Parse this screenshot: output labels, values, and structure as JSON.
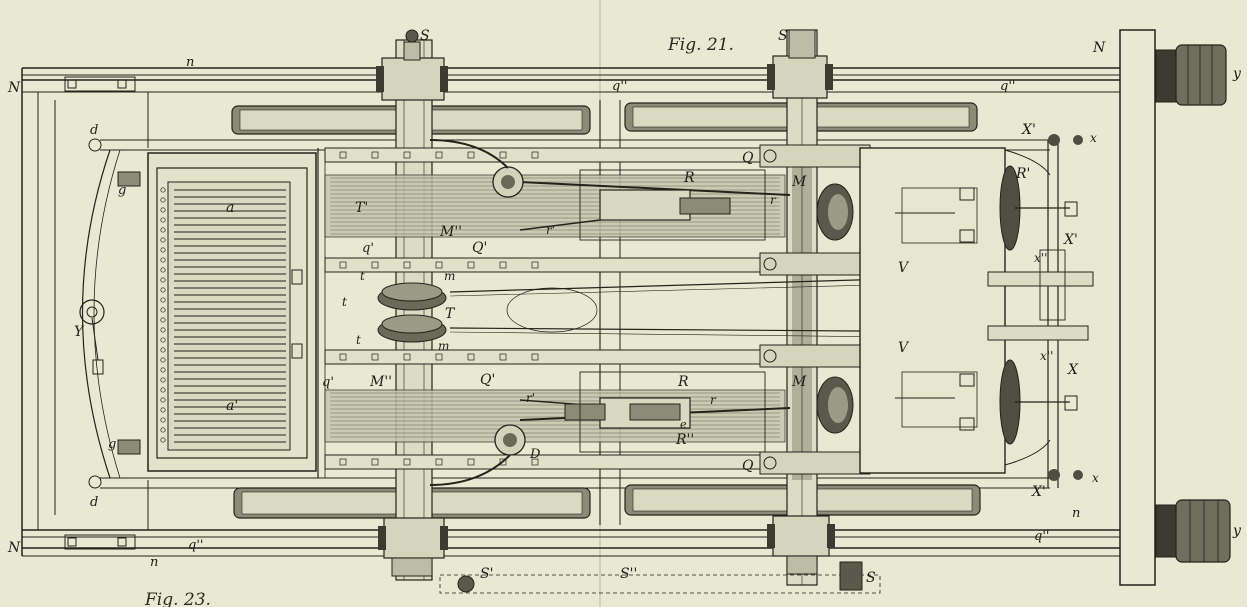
{
  "figure": {
    "caption_main": "Fig. 21.",
    "caption_corner": "Fig. 23."
  },
  "labels": {
    "S": "S",
    "N": "N",
    "n": "n",
    "y": "y",
    "x": "x",
    "d": "d",
    "g": "g",
    "a": "a",
    "a_prime": "a'",
    "Y": "Y",
    "T": "T",
    "T_prime": "T'",
    "t": "t",
    "m": "m",
    "M": "M",
    "M_double": "M''",
    "Q": "Q",
    "Q_prime": "Q'",
    "q_prime": "q'",
    "q_double": "q''",
    "R": "R",
    "R_prime": "R'",
    "R_double": "R''",
    "r": "r",
    "r_prime": "r'",
    "V": "V",
    "X": "X",
    "X_prime": "X'",
    "x_double": "x''",
    "D": "D",
    "S_prime": "S'",
    "S_double": "S''",
    "e": "e"
  },
  "colors": {
    "paper": "#e8e9d2",
    "ink": "#23231c",
    "shade": "#8b8b78"
  }
}
